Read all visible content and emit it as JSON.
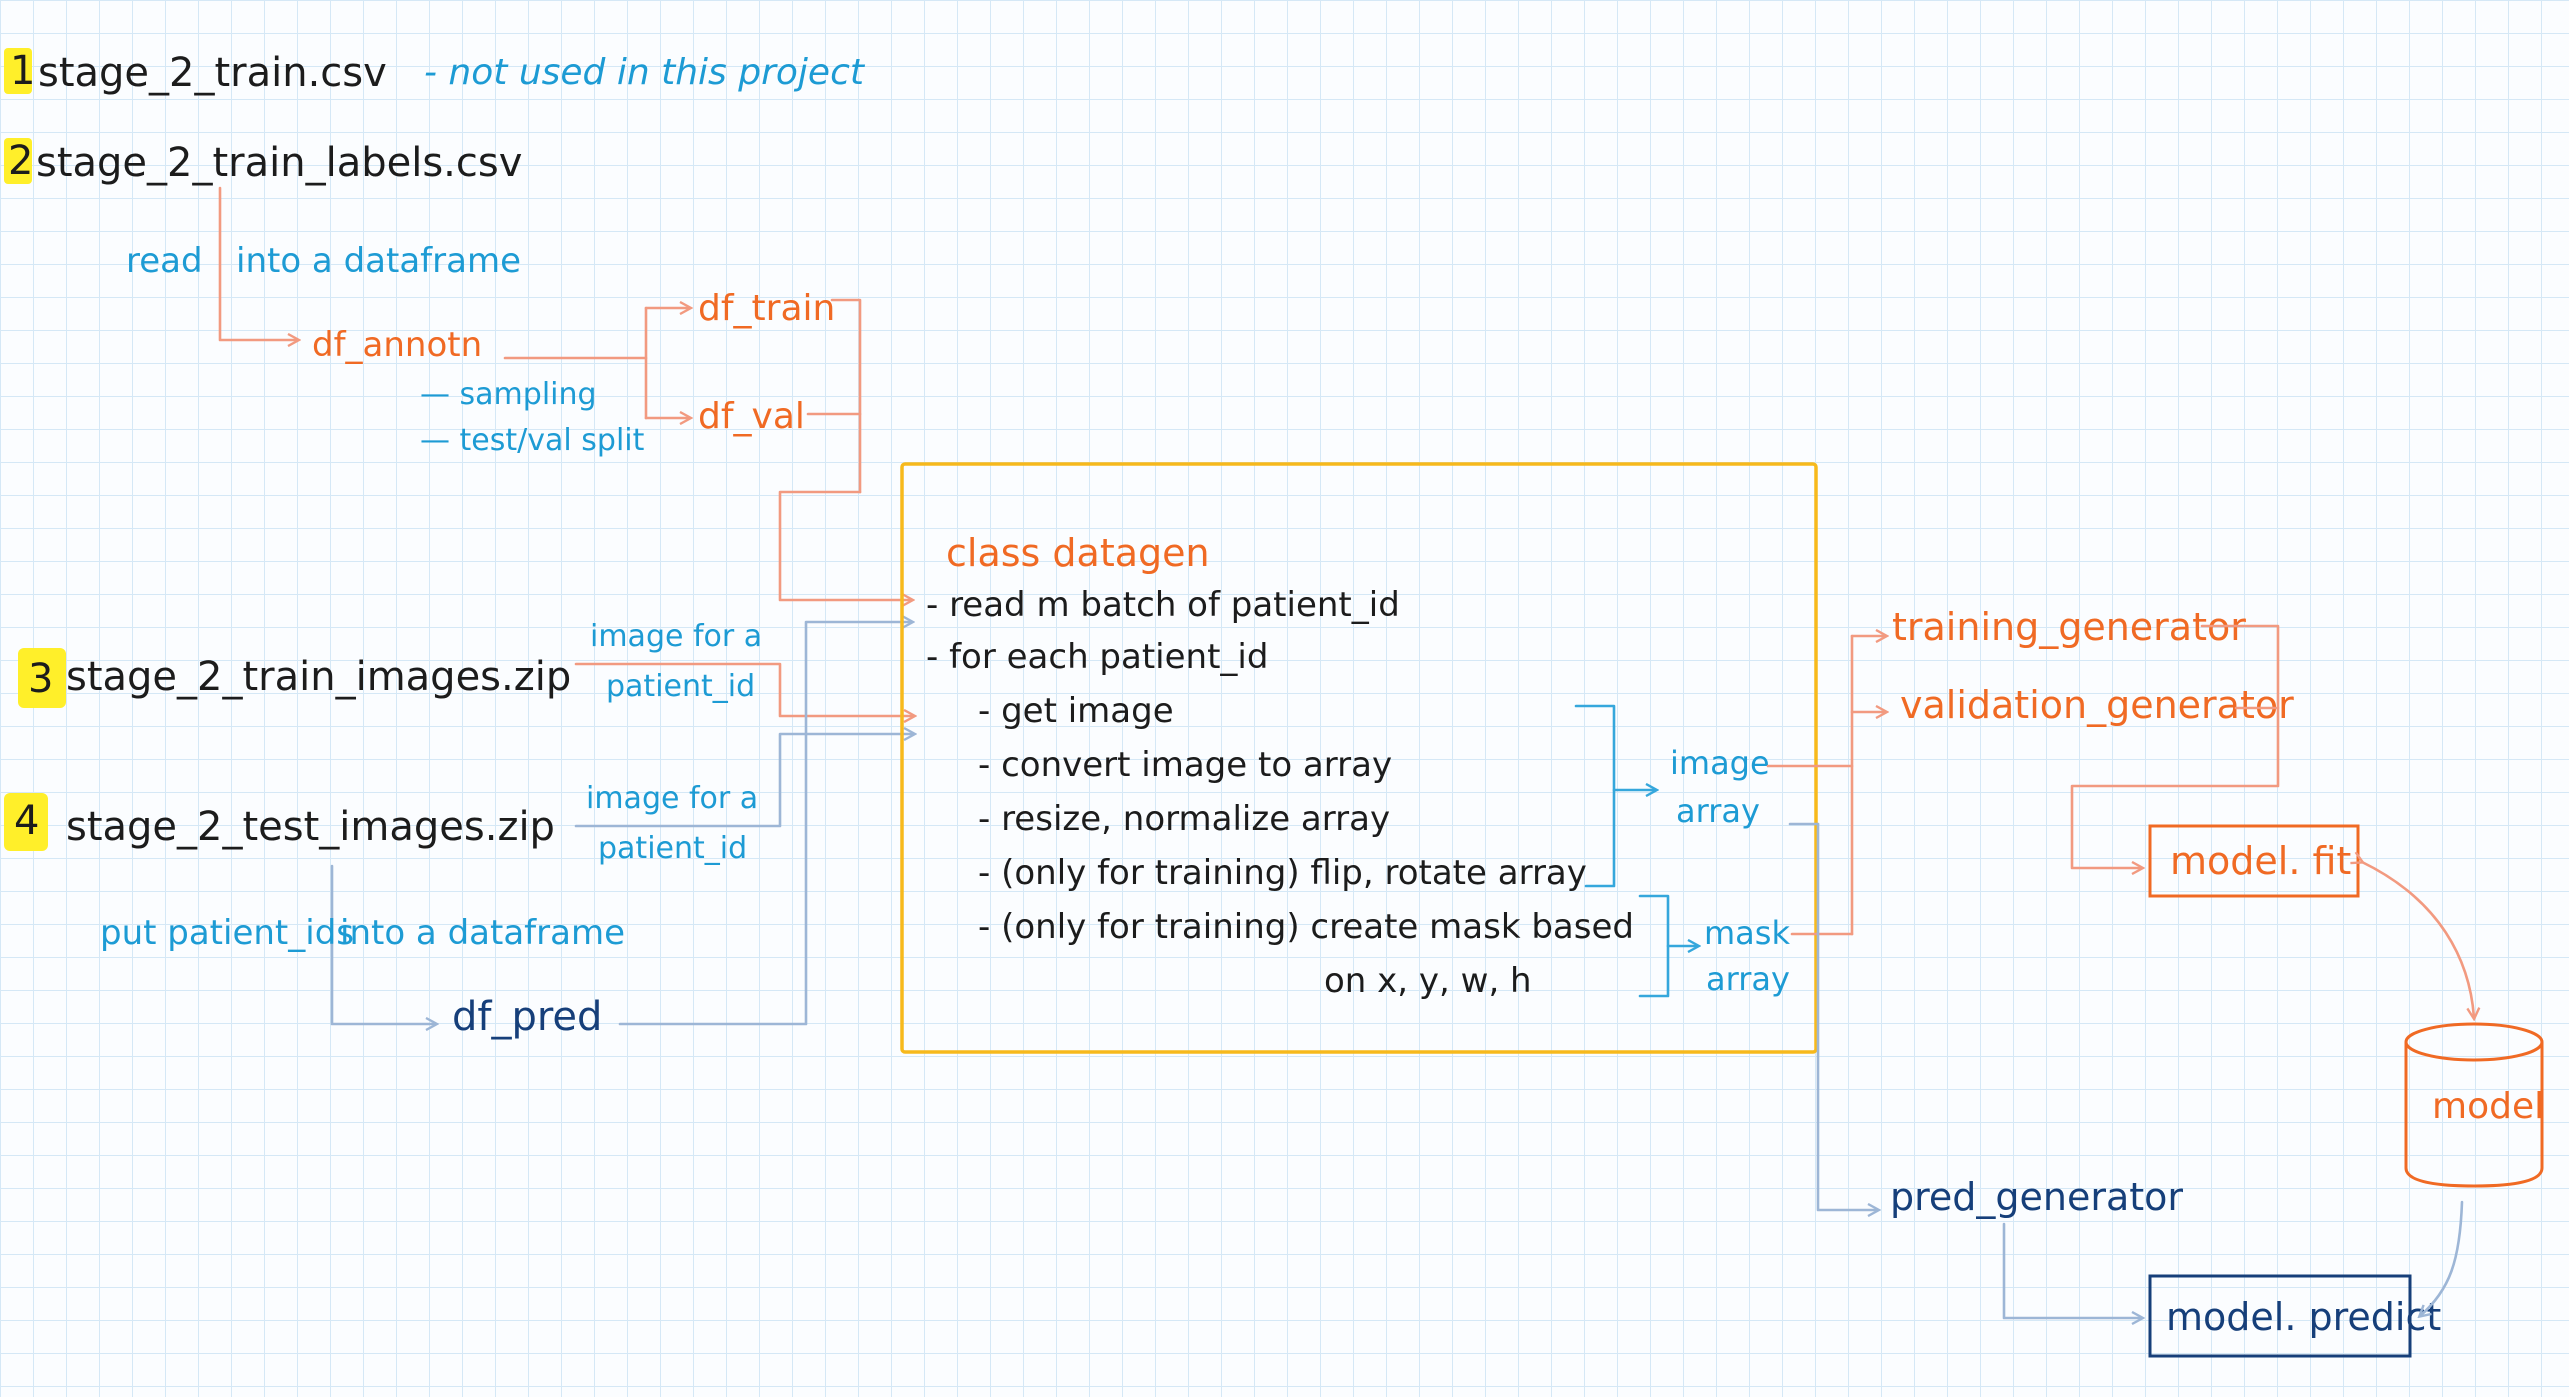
{
  "files": [
    {
      "num": "1",
      "name": "stage_2_train.csv",
      "note": "- not used in this project"
    },
    {
      "num": "2",
      "name": "stage_2_train_labels.csv"
    },
    {
      "num": "3",
      "name": "stage_2_train_images.zip"
    },
    {
      "num": "4",
      "name": "stage_2_test_images.zip"
    }
  ],
  "labels": {
    "read": "read",
    "into_dataframe": "into a dataframe",
    "df_annotn": "df_annotn",
    "sampling": "— sampling",
    "split": "— test/val split",
    "df_train": "df_train",
    "df_val": "df_val",
    "image_for_a": "image for a",
    "patient_id": "patient_id",
    "put_patient_ids": "put patient_ids",
    "df_pred": "df_pred",
    "image": "image",
    "array": "array",
    "mask": "mask",
    "training_generator": "training_generator",
    "validation_generator": "validation_generator",
    "pred_generator": "pred_generator",
    "model_fit": "model. fit",
    "model": "model",
    "model_predict": "model. predict"
  },
  "datagen": {
    "title": "class datagen",
    "steps": [
      "-  read m batch of patient_id",
      "-  for each patient_id",
      "-  get image",
      "-  convert image to array",
      "-  resize, normalize array",
      "-  (only for training) flip, rotate array",
      "-  (only for training) create mask based",
      "on x, y, w, h"
    ]
  },
  "colors": {
    "black": "#1c1c1c",
    "cyan": "#1d9bd4",
    "orange": "#f06a24",
    "navy": "#163f7a",
    "highlight": "#ffef2a",
    "box_border": "#f7b91c",
    "orange_arrow": "#f29a80",
    "navy_arrow": "#9db6d6",
    "cyan_arrow": "#35a7dc"
  }
}
